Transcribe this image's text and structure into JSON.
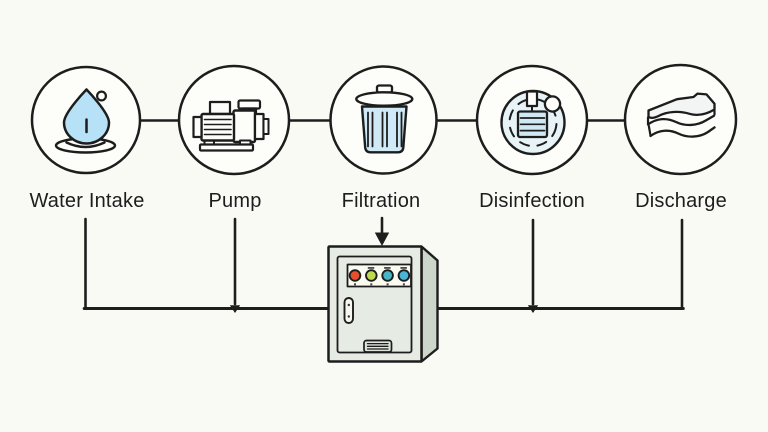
{
  "stages": [
    {
      "label": "Water Intake",
      "icon": "water-drop-icon"
    },
    {
      "label": "Pump",
      "icon": "pump-icon"
    },
    {
      "label": "Filtration",
      "icon": "trash-bin-icon"
    },
    {
      "label": "Disinfection",
      "icon": "disinfection-icon"
    },
    {
      "label": "Discharge",
      "icon": "wave-layers-icon"
    }
  ],
  "control_panel": {
    "lights": [
      {
        "name": "light-red",
        "color": "#e2512b"
      },
      {
        "name": "light-green",
        "color": "#bcd94f"
      },
      {
        "name": "light-teal",
        "color": "#46b5c5"
      },
      {
        "name": "light-cyan",
        "color": "#48b4d8"
      }
    ],
    "front_color": "#e6ebe3",
    "side_color": "#cdd6ca",
    "panel_color": "#fbfbf1",
    "vent_color": "#dfe5dc"
  },
  "colors": {
    "background": "#fafaf5",
    "line": "#1d1d1d",
    "node_fill": "#fdfdfa",
    "water_drop_fill": "#b7e1f7",
    "trash_fill": "#cfeaf6",
    "disc_fill": "#e8f3f8",
    "filter_fill": "#cfe8f4",
    "wave_sheet_fill": "#f2f5f3"
  }
}
